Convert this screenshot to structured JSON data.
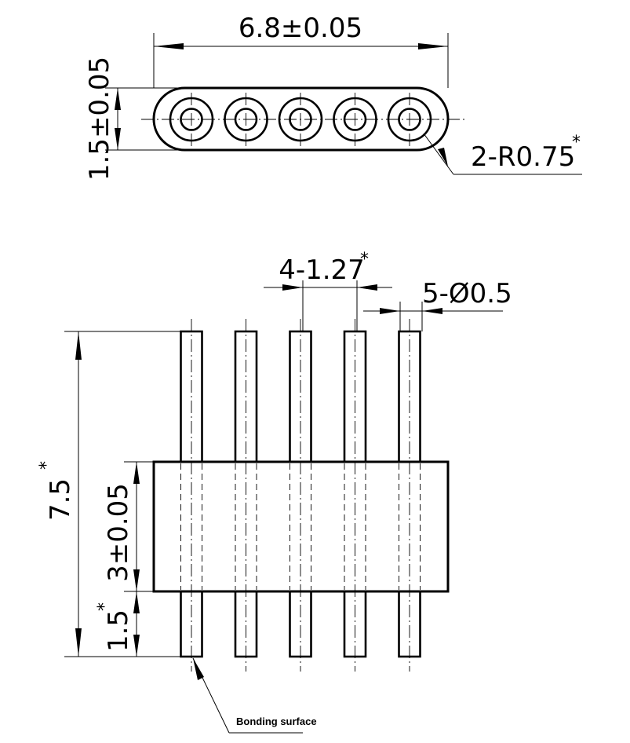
{
  "top_view": {
    "width_dim": "6.8±0.05",
    "height_dim": "1.5±0.05",
    "radius_dim": "2-R0.75",
    "radius_mark": "*",
    "pin_count": 5
  },
  "side_view": {
    "pitch_dim": "4-1.27",
    "pitch_mark": "*",
    "diameter_dim": "5-Ø0.5",
    "total_height_dim": "7.5",
    "total_height_mark": "*",
    "body_height_dim": "3±0.05",
    "lower_pin_dim": "1.5",
    "lower_pin_mark": "*",
    "callout": "Bonding surface",
    "pin_count": 5
  }
}
